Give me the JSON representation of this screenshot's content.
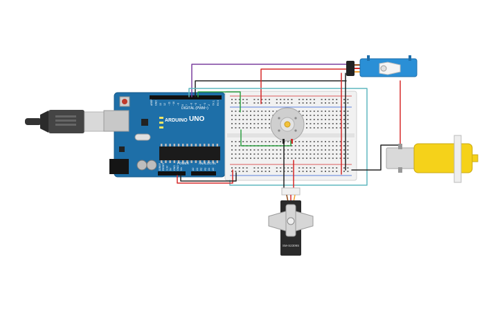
{
  "arduino": {
    "brand_label": "ARDUINO",
    "model_label": "UNO",
    "digital_label": "DIGITAL (PWM~)",
    "power_label": "POWER",
    "analog_label": "ANALOG IN",
    "digital_pins": [
      "AREF",
      "GND",
      "13",
      "12",
      "~11",
      "~10",
      "~9",
      "8",
      "7",
      "~6",
      "~5",
      "4",
      "~3",
      "2",
      "TX 1",
      "RX 0"
    ],
    "power_pins": [
      "IOREF",
      "RESET",
      "3.3V",
      "5V",
      "GND",
      "GND",
      "Vin"
    ],
    "analog_pins": [
      "A0",
      "A1",
      "A2",
      "A3",
      "A4",
      "A5"
    ],
    "board_color": "#1e6fa8"
  },
  "servo_bottom": {
    "label": "SM-S2309S"
  },
  "wires": {
    "red": "#d62828",
    "black": "#222222",
    "green": "#2ea043",
    "purple": "#7a3e9d",
    "teal": "#5fb7bf"
  },
  "colors": {
    "servo_blue": "#2a8fd6",
    "gearmotor_yellow": "#f5d21a",
    "dc_motor_gray": "#c9c9c9"
  }
}
